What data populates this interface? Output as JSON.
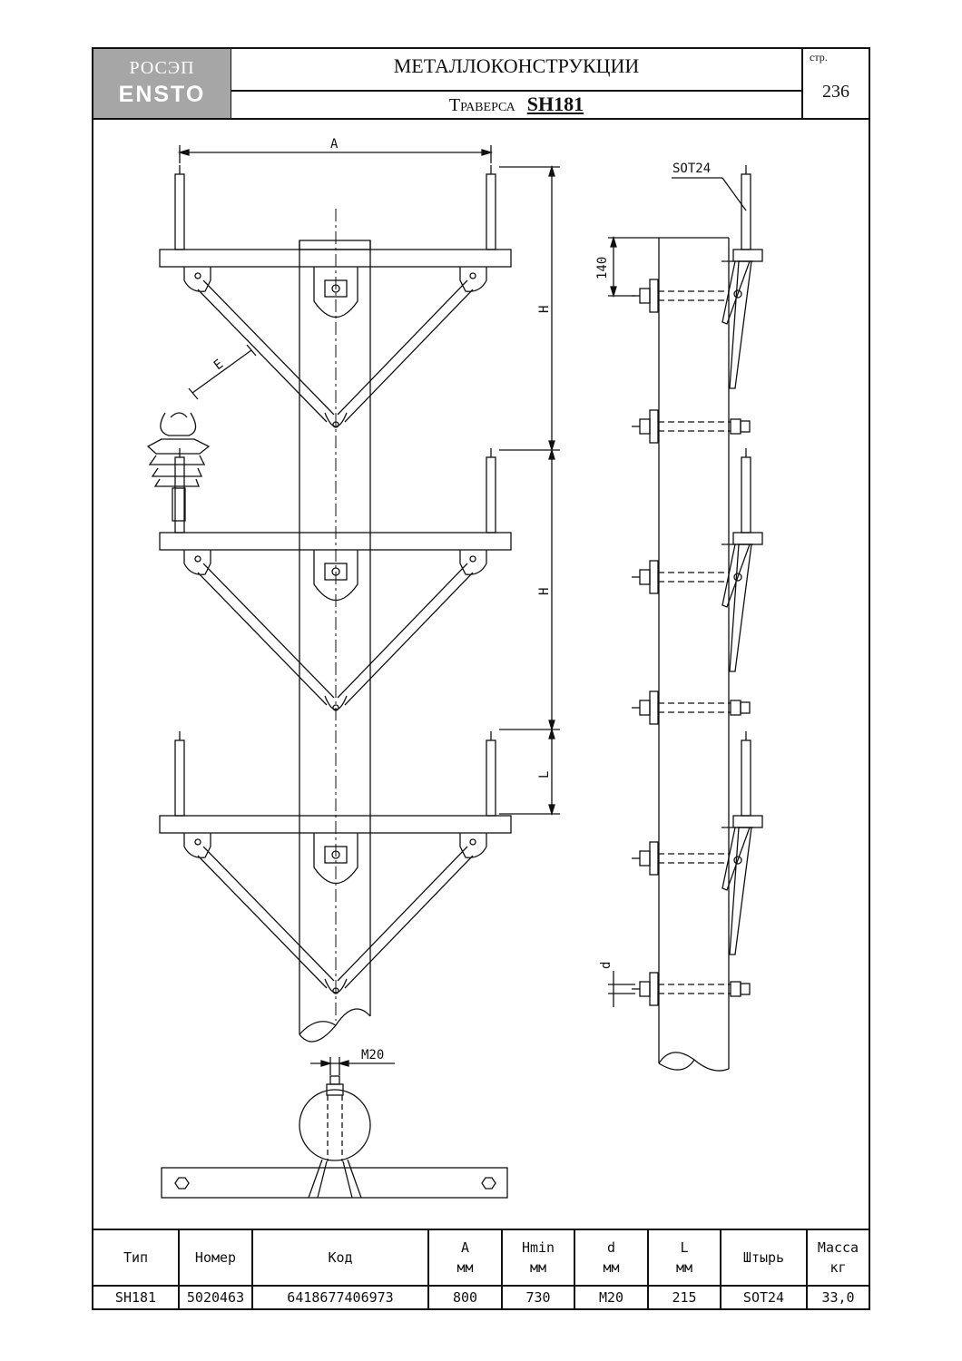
{
  "header": {
    "logo_line1": "РОСЭП",
    "logo_line2": "ENSTO",
    "title": "МЕТАЛЛОКОНСТРУКЦИИ",
    "subtitle_prefix": "Траверса",
    "subtitle_code": "SH181",
    "page_label": "стр.",
    "page_number": "236"
  },
  "drawing_labels": {
    "dim_a": "A",
    "dim_h_upper": "H",
    "dim_h_lower": "H",
    "dim_l": "L",
    "dim_e": "E",
    "dim_140": "140",
    "pin_label": "SOT24",
    "dim_d": "d",
    "bolt_label": "M20"
  },
  "table": {
    "headers": [
      {
        "line1": "Тип",
        "line2": ""
      },
      {
        "line1": "Номер",
        "line2": ""
      },
      {
        "line1": "Код",
        "line2": ""
      },
      {
        "line1": "A",
        "line2": "мм"
      },
      {
        "line1": "Hmin",
        "line2": "мм"
      },
      {
        "line1": "d",
        "line2": "мм"
      },
      {
        "line1": "L",
        "line2": "мм"
      },
      {
        "line1": "Штырь",
        "line2": ""
      },
      {
        "line1": "Масса",
        "line2": "кг"
      }
    ],
    "rows": [
      [
        "SH181",
        "5020463",
        "6418677406973",
        "800",
        "730",
        "M20",
        "215",
        "SOT24",
        "33,0"
      ]
    ]
  }
}
